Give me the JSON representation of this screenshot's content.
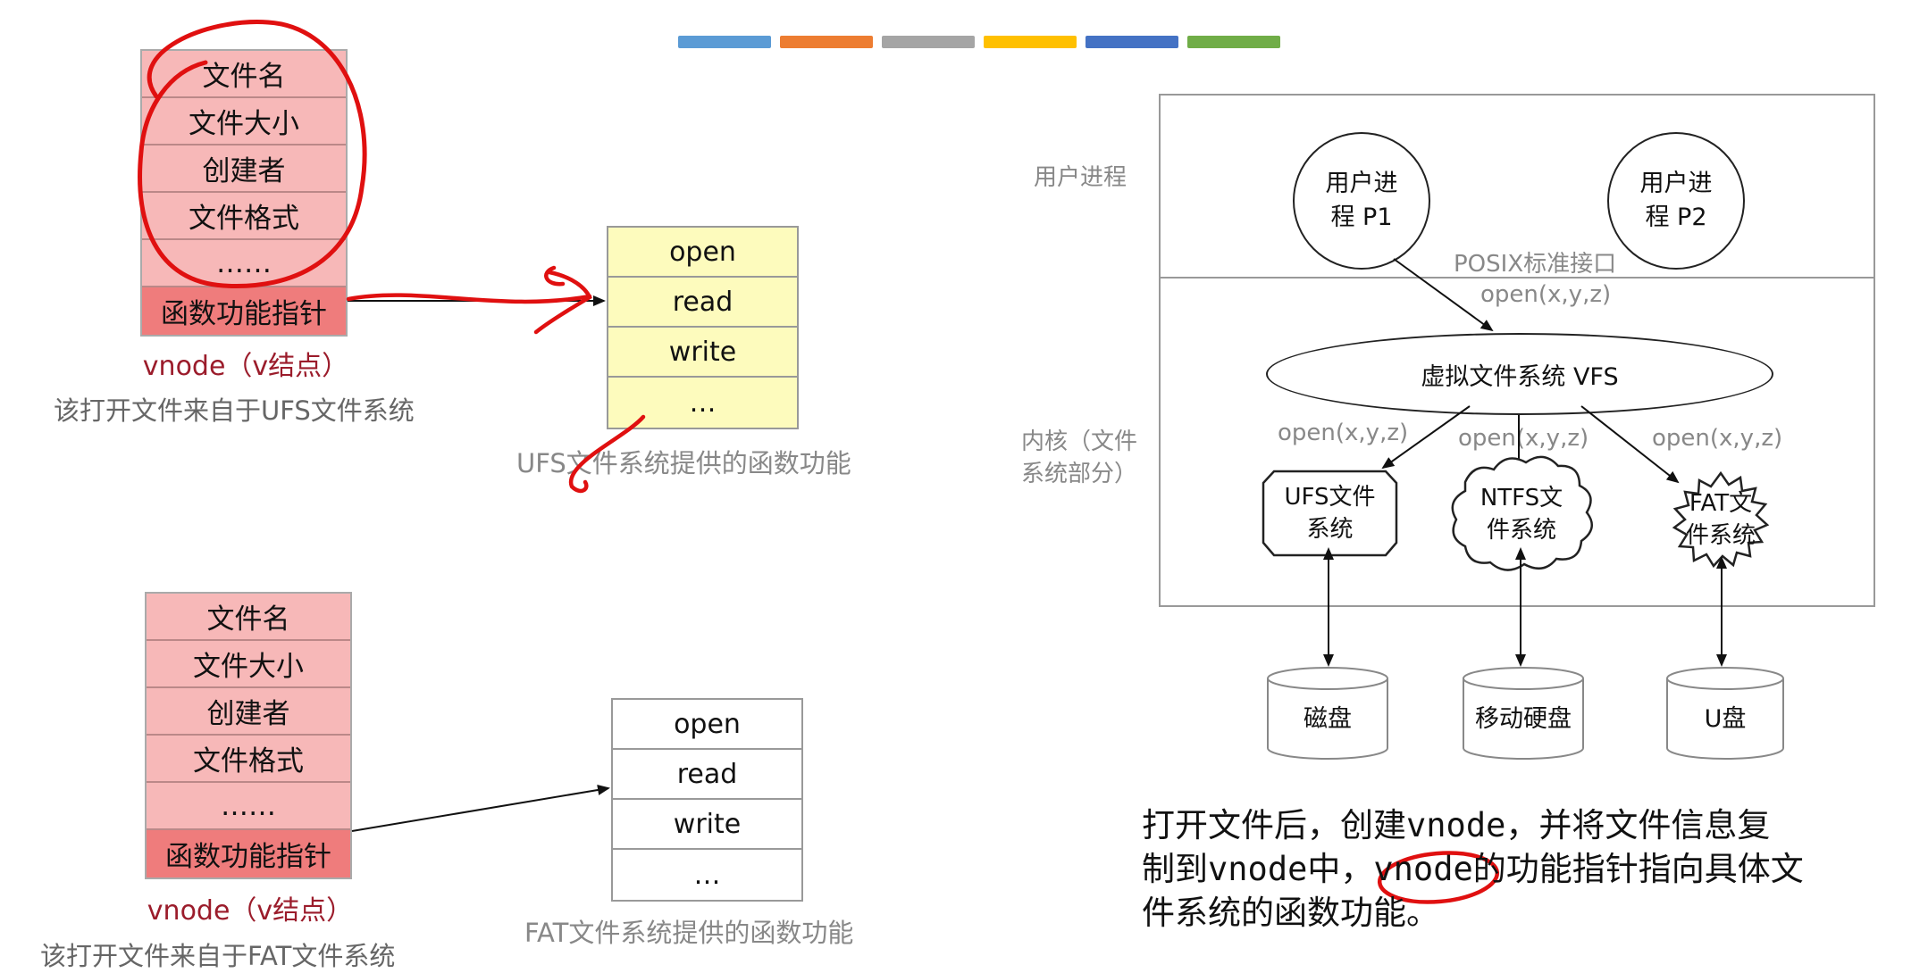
{
  "colors": {
    "bar": [
      "#5b9bd5",
      "#ed7d31",
      "#a5a5a5",
      "#ffc000",
      "#4472c4",
      "#70ad47"
    ],
    "vnode_row": "#f7b8b8",
    "vnode_pointer_row": "#ef7c7c",
    "ufs_table": "#fdfbbd",
    "annotation_red": "#e01010"
  },
  "vnode_ufs": {
    "rows": [
      "文件名",
      "文件大小",
      "创建者",
      "文件格式",
      "……",
      "函数功能指针"
    ],
    "label": "vnode（v结点）",
    "caption": "该打开文件来自于UFS文件系统"
  },
  "ufs_funcs": {
    "rows": [
      "open",
      "read",
      "write",
      "…"
    ],
    "caption": "UFS文件系统提供的函数功能"
  },
  "vnode_fat": {
    "rows": [
      "文件名",
      "文件大小",
      "创建者",
      "文件格式",
      "……",
      "函数功能指针"
    ],
    "label": "vnode（v结点）",
    "caption": "该打开文件来自于FAT文件系统"
  },
  "fat_funcs": {
    "rows": [
      "open",
      "read",
      "write",
      "…"
    ],
    "caption": "FAT文件系统提供的函数功能"
  },
  "diagram": {
    "user_process_label": "用户进程",
    "kernel_label_line1": "内核（文件",
    "kernel_label_line2": "系统部分）",
    "p1_line1": "用户进",
    "p1_line2": "程 P1",
    "p2_line1": "用户进",
    "p2_line2": "程 P2",
    "posix": "POSIX标准接口",
    "open_call": "open(x,y,z)",
    "vfs": "虚拟文件系统 VFS",
    "open_left": "open(x,y,z)",
    "open_mid": "open(x,y,z)",
    "open_right": "open(x,y,z)",
    "ufs_line1": "UFS文件",
    "ufs_line2": "系统",
    "ntfs_line1": "NTFS文",
    "ntfs_line2": "件系统",
    "fat_line1": "FAT文",
    "fat_line2": "件系统",
    "disk1": "磁盘",
    "disk2": "移动硬盘",
    "disk3": "U盘"
  },
  "paragraph": {
    "line1": "打开文件后，创建vnode，并将文件信息复",
    "line2": "制到vnode中，vnode的功能指针指向具体文",
    "line3": "件系统的函数功能。"
  }
}
